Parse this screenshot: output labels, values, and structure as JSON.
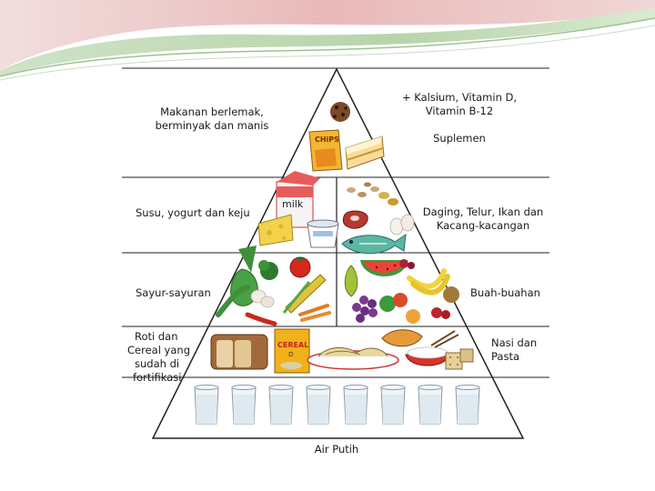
{
  "pyramid": {
    "tier1": {
      "left_line1": "Makanan berlemak,",
      "left_line2": "berminyak dan manis",
      "right_line1": "+ Kalsium, Vitamin D,",
      "right_line2": "Vitamin B-12",
      "right_line3": "Suplemen",
      "chips_label": "CHiPS"
    },
    "tier2": {
      "left": "Susu, yogurt dan keju",
      "right_line1": "Daging, Telur, Ikan dan",
      "right_line2": "Kacang-kacangan",
      "milk_label": "milk"
    },
    "tier3": {
      "left": "Sayur-sayuran",
      "right": "Buah-buahan"
    },
    "tier4": {
      "left_line1": "Roti dan",
      "left_line2": "Cereal yang",
      "left_line3": "sudah di",
      "left_line4": "fortifikasi",
      "right_line1": "Nasi dan",
      "right_line2": "Pasta",
      "cereal_label1": "CEREAL",
      "cereal_label2": "D"
    },
    "base": {
      "label": "Air Putih"
    }
  }
}
